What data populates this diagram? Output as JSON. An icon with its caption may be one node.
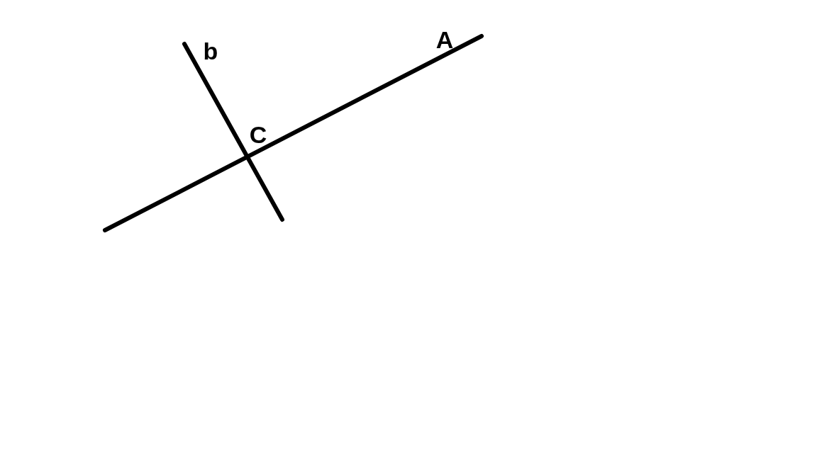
{
  "diagram": {
    "labels": [
      "b",
      "A",
      "C"
    ]
  }
}
